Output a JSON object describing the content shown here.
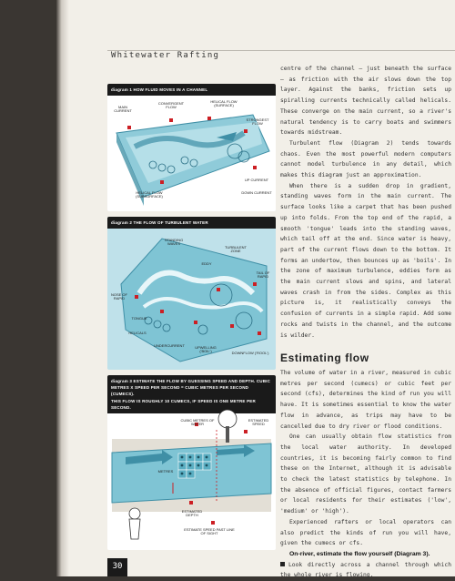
{
  "header": {
    "title": "Whitewater Rafting"
  },
  "page_number": "30",
  "diagram1": {
    "caption": "diagram 1  HOW FLUID MOVES IN A CHANNEL",
    "labels": {
      "main_current": "MAIN CURRENT",
      "convergent_flow": "CONVERGENT FLOW",
      "helical_surface": "HELICAL FLOW (SURFACE)",
      "strongest_flow": "STRONGEST FLOW",
      "helical_subsurface": "HELICAL FLOW (SUBSURFACE)",
      "up_current": "UP CURRENT",
      "down_current": "DOWN CURRENT"
    }
  },
  "diagram2": {
    "caption": "diagram 2  THE FLOW OF TURBULENT WATER",
    "labels": {
      "standing_waves": "STANDING WAVES",
      "turbulent_zone": "TURBULENT ZONE",
      "eddy": "EDDY",
      "tail_of_rapid": "TAIL OF RAPID",
      "nose_of_rapid": "NOSE OF RAPID",
      "tongue": "TONGUE",
      "helicals": "HELICALS",
      "undercurrent": "UNDERCURRENT",
      "upwelling": "UPWELLING ('BOIL')",
      "downflow": "DOWNFLOW ('ROOL')"
    }
  },
  "diagram3": {
    "caption_1": "diagram 3  ESTIMATE THE FLOW BY GUESSING SPEED AND DEPTH. CUBIC",
    "caption_2": "METRES X SPEED PER SECOND = CUBIC METRES PER SECOND (CUMECS).",
    "caption_3": "THIS FLOW IS ROUGHLY 10 CUMECS, IF SPEED IS ONE METRE PER SECOND.",
    "labels": {
      "cubic_metres": "CUBIC METRES OF WATER",
      "estimated_speed": "ESTIMATED SPEED",
      "metres": "METRES",
      "estimated_depth": "ESTIMATED DEPTH",
      "speed_past": "ESTIMATE SPEED PAST LINE OF SIGHT"
    }
  },
  "body": {
    "p1": "centre of the channel — just beneath the surface — as friction with the air slows down the top layer. Against the banks, friction sets up spiralling currents technically called helicals. These converge on the main current, so a river's natural tendency is to carry boats and swimmers towards midstream.",
    "p2": "Turbulent flow (Diagram 2) tends towards chaos. Even the most powerful modern computers cannot model turbulence in any detail, which makes this diagram just an approximation.",
    "p3": "When there is a sudden drop in gradient, standing waves form in the main current. The surface looks like a carpet that has been pushed up into folds. From the top end of the rapid, a smooth 'tongue' leads into the standing waves, which tail off at the end. Since water is heavy, part of the current flows down to the bottom. It forms an undertow, then bounces up as 'boils'. In the zone of maximum turbulence, eddies form as the main current slows and spins, and lateral waves crash in from the sides. Complex as this picture is, it realistically conveys the confusion of currents in a simple rapid. Add some rocks and twists in the channel, and the outcome is wilder.",
    "heading": "Estimating flow",
    "p4": "The volume of water in a river, measured in cubic metres per second (cumecs) or cubic feet per second (cfs), determines the kind of run you will have. It is sometimes essential to know the water flow in advance, as trips may have to be cancelled due to dry river or flood conditions.",
    "p5": "One can usually obtain flow statistics from the local water authority. In developed countries, it is becoming fairly common to find these on the Internet, although it is advisable to check the latest statistics by telephone. In the absence of official figures, contact farmers or local residents for their estimates ('low', 'medium' or 'high').",
    "p6": "Experienced rafters or local operators can also predict the kinds of run you will have, given the cumecs or cfs.",
    "p7": "On-river, estimate the flow yourself (Diagram 3).",
    "p8": "Look directly across a channel through which the whole river is flowing."
  },
  "colors": {
    "water": "#7fc4d4",
    "water_dark": "#3f8fa6",
    "marker": "#cc1f24",
    "caption_bg": "#1a1a1a"
  }
}
